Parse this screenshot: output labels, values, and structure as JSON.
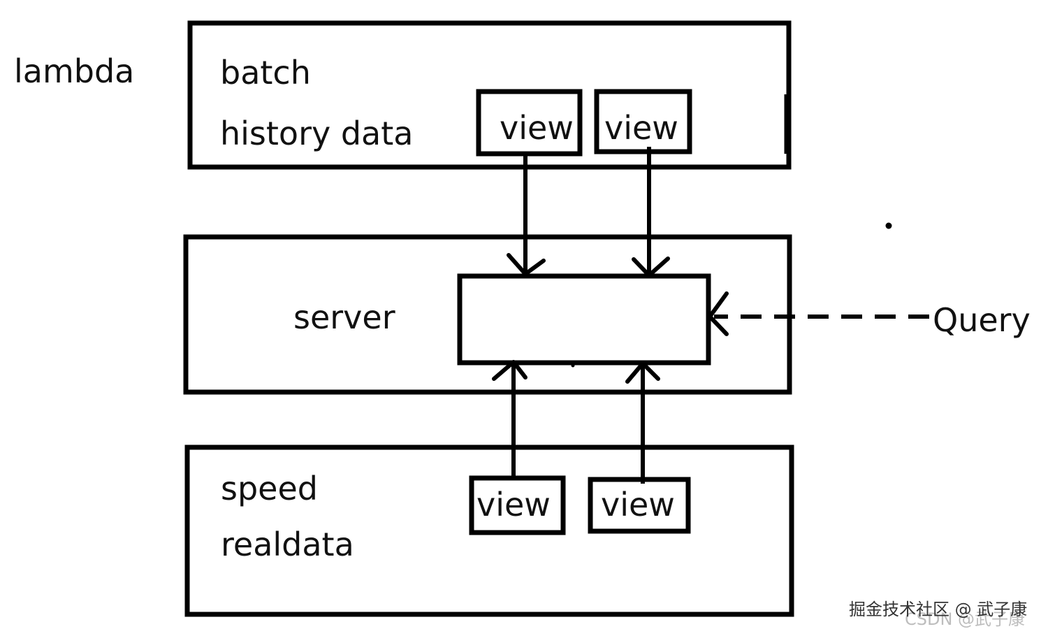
{
  "diagram": {
    "title": "lambda",
    "batch": {
      "title": "batch",
      "subtitle": "history data",
      "view_1": "view",
      "view_2": "view"
    },
    "server": {
      "title": "server"
    },
    "speed": {
      "title": "speed",
      "subtitle": "realdata",
      "view_1": "view",
      "view_2": "view"
    },
    "query": "Query"
  },
  "watermark": {
    "primary": "掘金技术社区 @ 武子康",
    "secondary": "CSDN @武子康"
  }
}
